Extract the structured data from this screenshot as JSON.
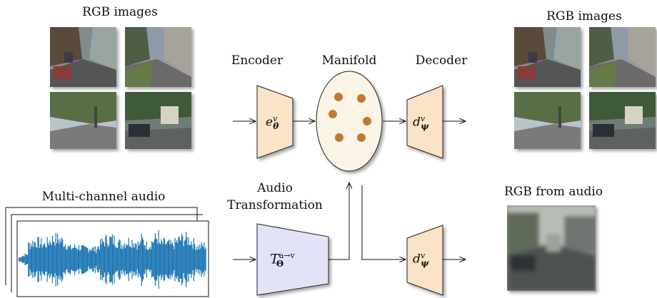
{
  "labels": {
    "rgb_images_left": "RGB images",
    "rgb_images_right": "RGB images",
    "encoder": "Encoder",
    "manifold": "Manifold",
    "decoder": "Decoder",
    "multichannel_audio": "Multi-channel audio",
    "audio_transformation_line1": "Audio",
    "audio_transformation_line2": "Transformation",
    "rgb_from_audio": "RGB from audio"
  },
  "math": {
    "encoder_base": "e",
    "encoder_sup": "v",
    "encoder_sub": "θ",
    "decoder_base": "d",
    "decoder_sup": "v",
    "decoder_sub": "ψ",
    "transform_base": "T",
    "transform_sup": "a→v",
    "transform_sub": "Θ"
  },
  "colors": {
    "encoder_fill": "#fbe3c8",
    "decoder_fill": "#fbe3c8",
    "transform_fill": "#e3e3f8",
    "manifold_fill": "#faf4e6",
    "manifold_dots": "#c07a30",
    "waveform": "#1f77b4"
  }
}
